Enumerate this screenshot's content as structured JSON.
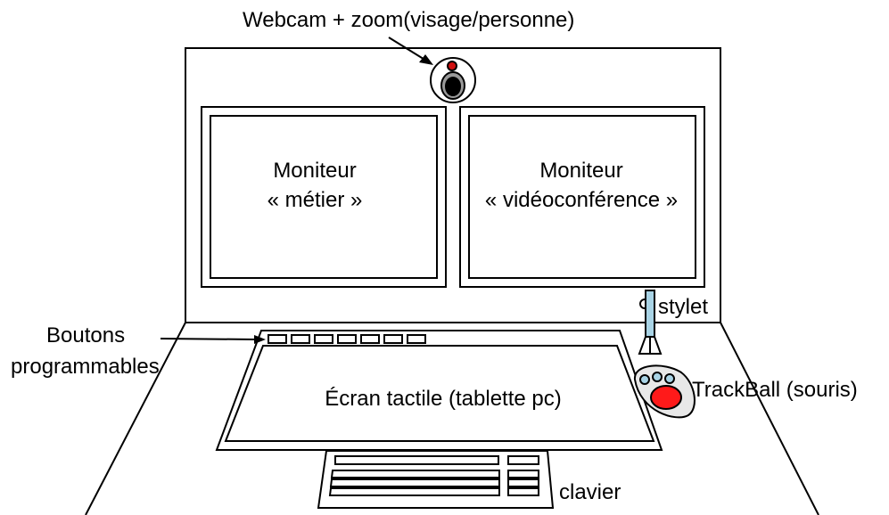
{
  "labels": {
    "webcam": "Webcam + zoom(visage/personne)",
    "monitor_left_l1": "Moniteur",
    "monitor_left_l2": "« métier »",
    "monitor_right_l1": "Moniteur",
    "monitor_right_l2": "« vidéoconférence »",
    "stylus": "stylet",
    "buttons_l1": "Boutons",
    "buttons_l2": "programmables",
    "touchscreen": "Écran tactile (tablette pc)",
    "trackball": "TrackBall (souris)",
    "keyboard": "clavier"
  },
  "colors": {
    "line": "#000000",
    "stylus_fill": "#a9d4e6",
    "webcam_red": "#d01010",
    "trackball_red": "#ff1a1a",
    "trackball_body": "#e8e8e8",
    "trackball_buttons": "#a9d4e6"
  }
}
